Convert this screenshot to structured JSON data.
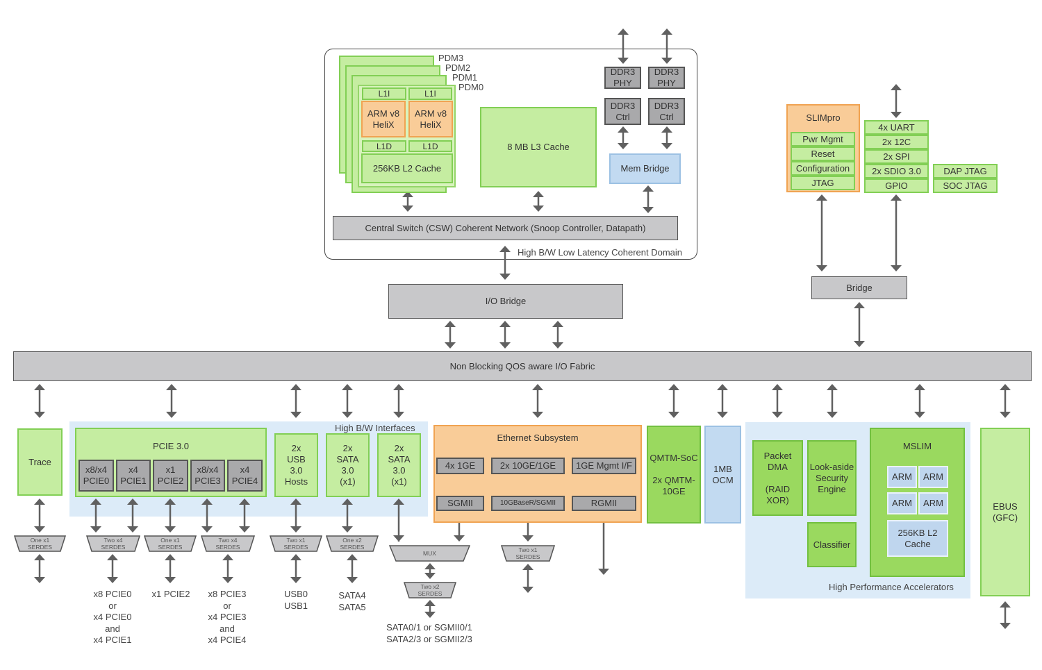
{
  "coherent_domain": {
    "label": "High B/W Low Latency Coherent Domain",
    "pdm_labels": [
      "PDM3",
      "PDM2",
      "PDM1",
      "PDM0"
    ],
    "l1i": "L1I",
    "l1d": "L1D",
    "core": "ARM v8\nHeliX",
    "l2": "256KB L2 Cache",
    "l3": "8 MB L3 Cache",
    "ddr3_phy": "DDR3\nPHY",
    "ddr3_ctrl": "DDR3\nCtrl",
    "mem_bridge": "Mem Bridge",
    "csw": "Central Switch (CSW) Coherent Network (Snoop Controller, Datapath)"
  },
  "slimpro": {
    "title": "SLIMpro",
    "items": [
      "Pwr Mgmt",
      "Reset",
      "Configuration",
      "JTAG"
    ]
  },
  "peripherals": [
    "4x UART",
    "2x 12C",
    "2x SPI",
    "2x SDIO 3.0",
    "GPIO"
  ],
  "jtag": [
    "DAP JTAG",
    "SOC JTAG"
  ],
  "bridge": "Bridge",
  "io_bridge": "I/O Bridge",
  "fabric": "Non Blocking QOS aware I/O Fabric",
  "trace": "Trace",
  "hbw_label": "High B/W Interfaces",
  "pcie": {
    "title": "PCIE 3.0",
    "ports": [
      "x8/x4\nPCIE0",
      "x4\nPCIE1",
      "x1\nPCIE2",
      "x8/x4\nPCIE3",
      "x4\nPCIE4"
    ]
  },
  "usb": "2x\nUSB\n3.0\nHosts",
  "sata1": "2x\nSATA\n3.0\n(x1)",
  "sata2": "2x\nSATA\n3.0\n(x1)",
  "ethernet": {
    "title": "Ethernet Subsystem",
    "macs": [
      "4x 1GE",
      "2x 10GE/1GE",
      "1GE Mgmt I/F"
    ],
    "phys": [
      "SGMII",
      "10GBaseR/SGMII",
      "RGMII"
    ]
  },
  "qmtm": "QMTM-SoC\n\n2x QMTM-\n10GE",
  "ocm": "1MB\nOCM",
  "accel": {
    "label": "High Performance Accelerators",
    "dma": "Packet\nDMA\n\n(RAID\nXOR)",
    "security": "Look-aside\nSecurity\nEngine",
    "classifier": "Classifier",
    "mslim": "MSLIM",
    "arm": "ARM",
    "mslim_l2": "256KB L2\nCache"
  },
  "ebus": "EBUS\n(GFC)",
  "serdes": {
    "trace": "One x1\nSERDES",
    "pcie01": "Two x4\nSERDES",
    "pcie2": "One x1\nSERDES",
    "pcie34": "Two x4\nSERDES",
    "usb": "Two x1\nSERDES",
    "sata": "One x2\nSERDES",
    "mux": "MUX",
    "mux_serdes": "Two x2\nSERDES",
    "eth": "Two x1\nSERDES"
  },
  "bottom_labels": {
    "pcie01": "x8 PCIE0\nor\nx4 PCIE0\nand\nx4 PCIE1",
    "pcie2": "x1 PCIE2",
    "pcie34": "x8 PCIE3\nor\nx4 PCIE3\nand\nx4 PCIE4",
    "usb": "USB0\nUSB1",
    "sata": "SATA4\nSATA5",
    "mux": "SATA0/1 or SGMII0/1\nSATA2/3 or SGMII2/3"
  }
}
